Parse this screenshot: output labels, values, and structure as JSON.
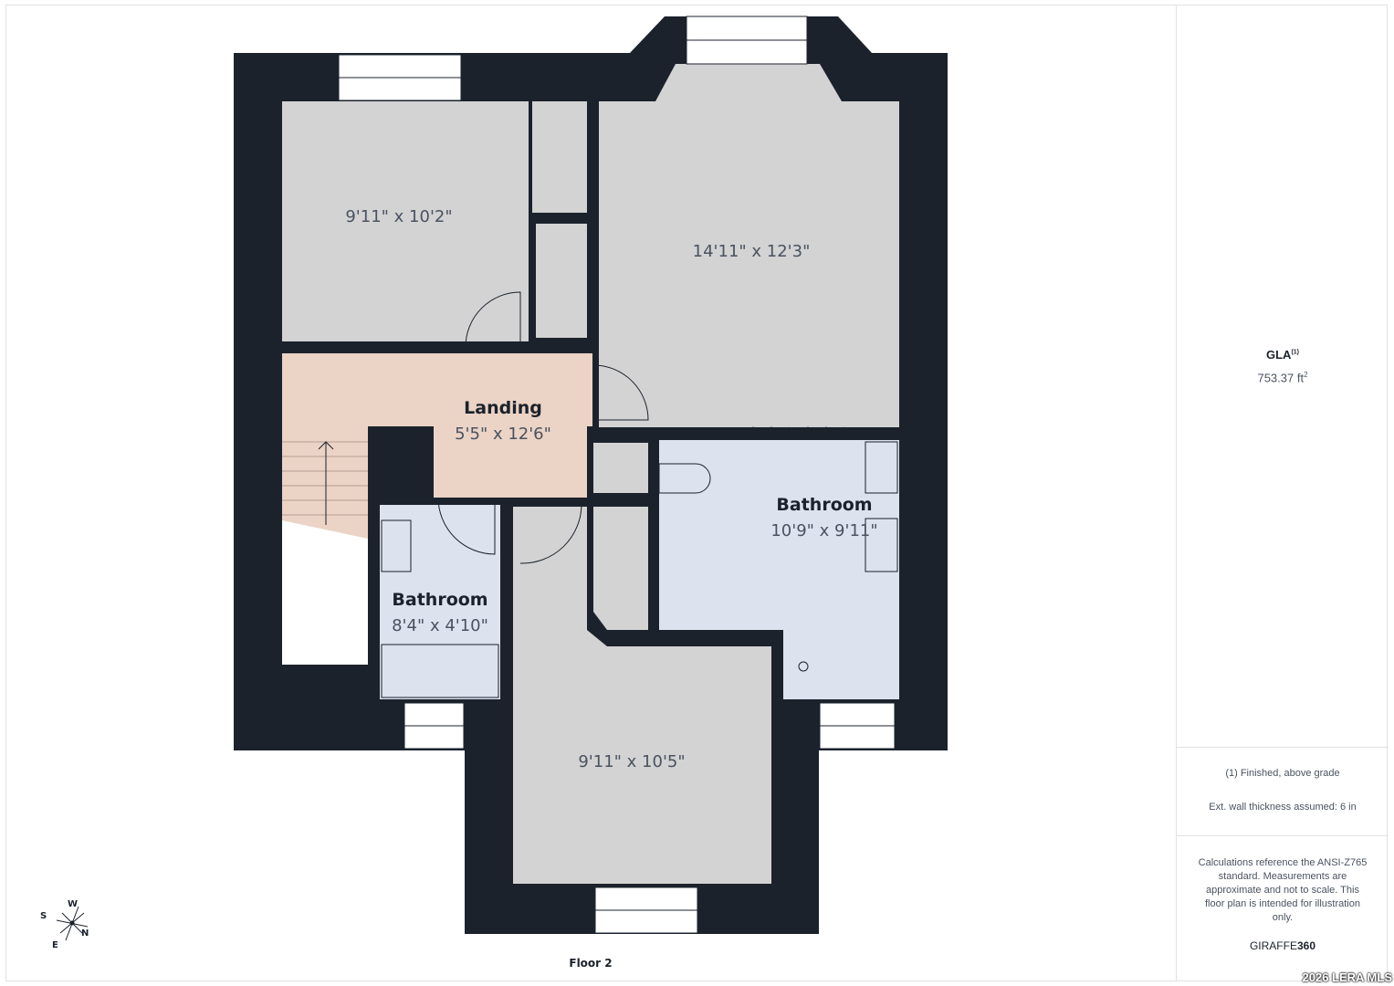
{
  "floor_label": "Floor 2",
  "rooms": [
    {
      "name": "",
      "dimensions": "9'11\" x 10'2\""
    },
    {
      "name": "",
      "dimensions": "14'11\" x 12'3\""
    },
    {
      "name": "Landing",
      "dimensions": "5'5\" x 12'6\""
    },
    {
      "name": "Bathroom",
      "dimensions": "10'9\" x 9'11\""
    },
    {
      "name": "Bathroom",
      "dimensions": "8'4\" x 4'10\""
    },
    {
      "name": "",
      "dimensions": "9'11\" x 10'5\""
    }
  ],
  "compass": {
    "w": "W",
    "s": "S",
    "n": "N",
    "e": "E"
  },
  "summary": {
    "gla_label": "GLA",
    "gla_note": "(1)",
    "gla_value": "753.37 ft",
    "gla_unit_sup": "2",
    "note1": "(1) Finished, above grade",
    "note2": "Ext. wall thickness assumed: 6 in",
    "disclaimer": "Calculations reference the ANSI-Z765 standard. Measurements are approximate and not to scale. This floor plan is intended for illustration only.",
    "brand_a": "GIRAFFE",
    "brand_b": "360"
  },
  "watermark": "2026 LERA MLS",
  "colors": {
    "wall": "#1b222c",
    "room": "#d3d3d3",
    "landing": "#ebd3c5",
    "bath": "#dde3ee"
  }
}
